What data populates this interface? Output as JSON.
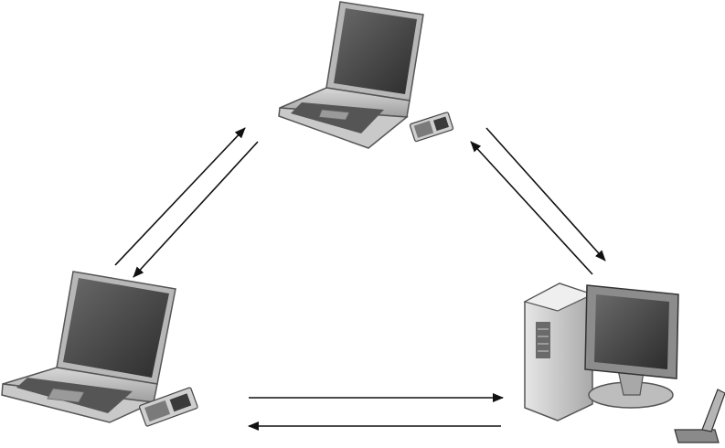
{
  "diagram": {
    "type": "ad-hoc wireless network",
    "nodes": [
      {
        "id": "laptop-top",
        "kind": "laptop",
        "accessory": "wireless-pc-card"
      },
      {
        "id": "laptop-left",
        "kind": "laptop",
        "accessory": "wireless-pc-card"
      },
      {
        "id": "desktop-right",
        "kind": "desktop-computer",
        "accessory": "usb-wireless-adapter"
      }
    ],
    "links": [
      {
        "from": "laptop-left",
        "to": "laptop-top"
      },
      {
        "from": "laptop-top",
        "to": "laptop-left"
      },
      {
        "from": "laptop-top",
        "to": "desktop-right"
      },
      {
        "from": "desktop-right",
        "to": "laptop-top"
      },
      {
        "from": "laptop-left",
        "to": "desktop-right"
      },
      {
        "from": "desktop-right",
        "to": "laptop-left"
      }
    ],
    "colors": {
      "line": "#111111",
      "device_dark": "#3a3a3a",
      "device_body": "#bdbdbd",
      "screen": "#4a4a4a"
    }
  }
}
